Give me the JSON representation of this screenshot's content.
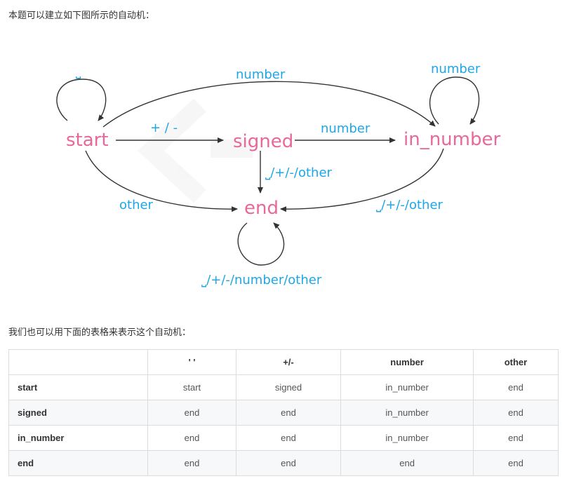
{
  "intro_text": "本题可以建立如下图所示的自动机：",
  "table_intro_text": "我们也可以用下面的表格来表示这个自动机：",
  "diagram": {
    "nodes": {
      "start": "start",
      "signed": "signed",
      "in_number": "in_number",
      "end": "end"
    },
    "edges": {
      "start_loop": "⎵",
      "start_to_in_number": "number",
      "in_number_loop": "number",
      "start_to_signed": "+ / -",
      "signed_to_in_number": "number",
      "signed_to_end": "⎵/+/-/other",
      "start_to_end": "other",
      "in_number_to_end": "⎵/+/-/other",
      "end_loop": "⎵/+/-/number/other"
    }
  },
  "table": {
    "headers": [
      "",
      "' '",
      "+/-",
      "number",
      "other"
    ],
    "rows": [
      [
        "start",
        "start",
        "signed",
        "in_number",
        "end"
      ],
      [
        "signed",
        "end",
        "end",
        "in_number",
        "end"
      ],
      [
        "in_number",
        "end",
        "end",
        "in_number",
        "end"
      ],
      [
        "end",
        "end",
        "end",
        "end",
        "end"
      ]
    ]
  }
}
